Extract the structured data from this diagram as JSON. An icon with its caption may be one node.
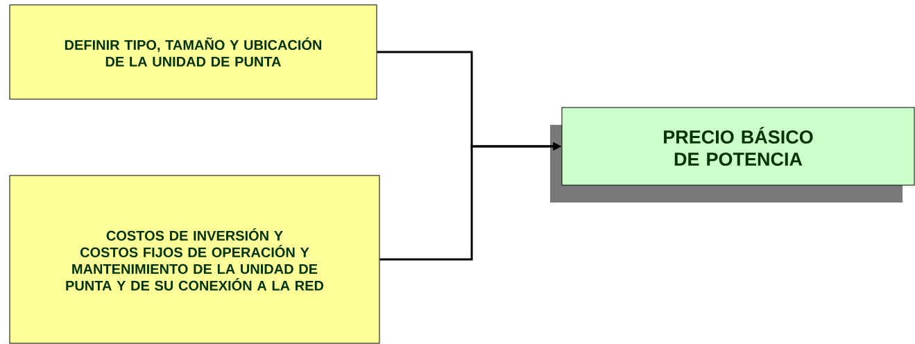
{
  "diagram": {
    "nodes": [
      {
        "text": [
          "DEFINIR TIPO, TAMAÑO Y UBICACIÓN DE LA UNIDAD DE PUNTA"
        ]
      },
      {
        "text": [
          "COSTOS DE INVERSIÓN Y COSTOS FIJOS DE OPERACIÓN Y MANTENIMIENTO DE LA UNIDAD DE PUNTA Y DE SU CONEXIÓN A LA RED"
        ]
      },
      {
        "text": [
          "PRECIO BÁSICO DE POTENCIA"
        ]
      }
    ],
    "edges": [
      {
        "from": 0,
        "to": 2,
        "arrow": "to"
      },
      {
        "from": 1,
        "to": 2,
        "arrow": "to"
      }
    ]
  }
}
